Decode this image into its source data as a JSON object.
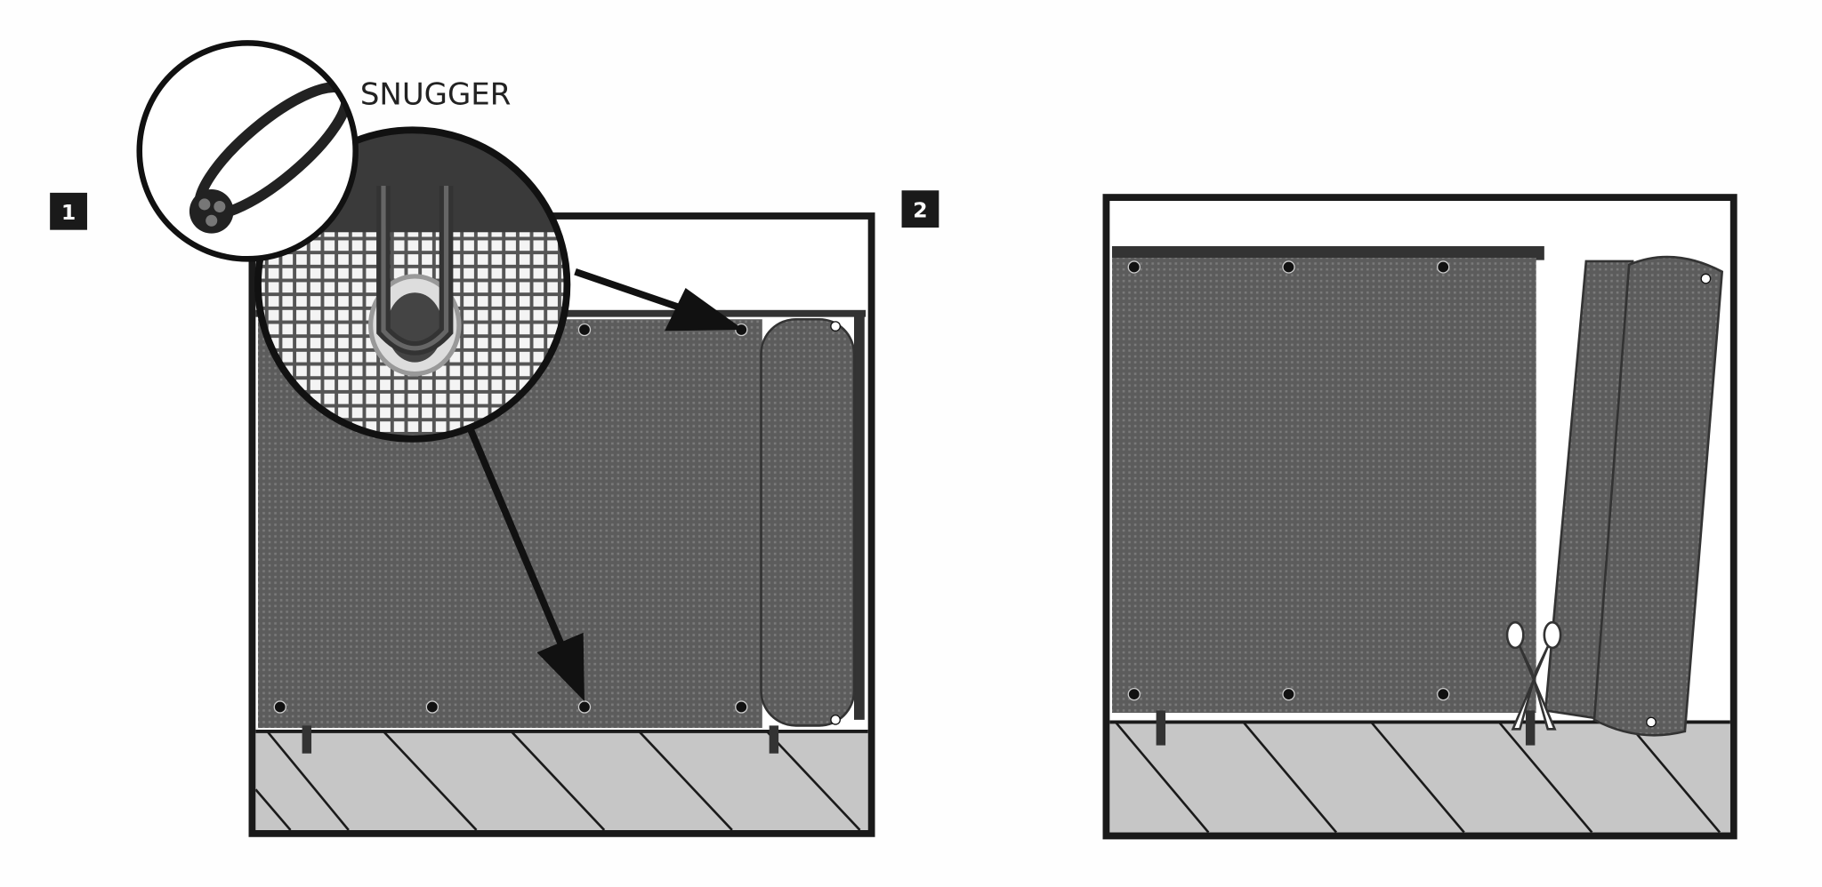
{
  "steps": [
    {
      "number": "1",
      "callout": "SNUGGER"
    },
    {
      "number": "2"
    }
  ],
  "colors": {
    "mesh": "#5c5c5c",
    "floor": "#c6c6c6",
    "frame": "#1a1a1a",
    "badge": "#1a1a1a"
  }
}
